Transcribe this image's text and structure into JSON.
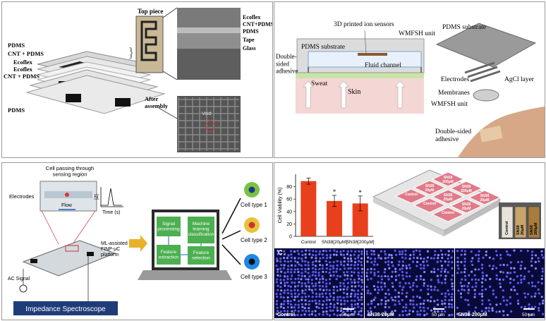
{
  "panel1": {
    "labels": {
      "pdms_top": "PDMS",
      "cnt_pdms_1": "CNT + PDMS",
      "ecoflex_1": "Ecoflex",
      "ecoflex_2": "Ecoflex",
      "cnt_pdms_2": "CNT + PDMS",
      "pdms_bottom": "PDMS",
      "top_piece": "Top piece",
      "after_assembly": "After\nassembly",
      "sem_ecoflex": "Ecoflex",
      "sem_cnt_pdms": "CNT+PDMS",
      "sem_pdms": "PDMS",
      "sem_tape": "Tape",
      "sem_glass": "Glass",
      "void": "Void"
    }
  },
  "panel2": {
    "labels": {
      "ion_sensors": "3D printed ion sensors",
      "wmfsh_unit": "WMFSH unit",
      "pdms_substrate": "PDMS substrate",
      "double_sided": "Double-\nsided\nadhesive",
      "fluid_channel": "Fluid channel",
      "sweat": "Sweat",
      "skin": "Skin",
      "pdms_substrate_r": "PDMS substrate",
      "electrodes": "Electrodes",
      "agcl_layer": "AgCl layer",
      "membranes": "Membranes",
      "wmfsh_unit_r": "WMFSH unit",
      "double_sided_r": "Double-sided\nadhesive"
    }
  },
  "panel3": {
    "labels": {
      "cell_passing": "Cell passing through\nsensing region",
      "electrodes": "Electrodes",
      "flow": "Flow",
      "z_axis": "|Z|",
      "time_axis": "Time (s)",
      "ml_platform": "ML-assisted\nFINP-µC\nplatform",
      "ac_signal": "AC Signal",
      "impedance": "Impedance Spectroscope",
      "signal_processing": "Signal\nprocessing",
      "ml_classification": "Machine\nlearning\nclassification",
      "feature_extraction": "Feature\nextraction",
      "feature_selection": "Feature\nselection",
      "cell_type_1": "Cell type 1",
      "cell_type_2": "Cell type 2",
      "cell_type_3": "Cell type 3"
    }
  },
  "panel4": {
    "chart_data": {
      "type": "bar",
      "categories": [
        "Control",
        "SN38[20μM]",
        "SN38[200μM]"
      ],
      "values": [
        89,
        57,
        53
      ],
      "errors": [
        5,
        9,
        12
      ],
      "significance": [
        "",
        "*",
        "*"
      ],
      "ylabel": "Cell Viability (%)",
      "ylim": [
        0,
        100
      ],
      "yticks": [
        0,
        20,
        40,
        60,
        80
      ],
      "bar_color": "#e8401c"
    },
    "plate_labels": [
      "SN38\n200μM",
      "SN38\n200μM",
      "SN38\n20μM",
      "SN38\n20μM",
      "SN38\n20μM",
      "SN38\n20μM",
      "Control",
      "Control",
      "Control"
    ],
    "vial_labels": [
      "Control",
      "SN38\n20μM",
      "SN38\n200μM"
    ],
    "micro_label": "C",
    "micrographs": [
      {
        "name": "Control",
        "scale": "50 μm"
      },
      {
        "name": "SN38-20μM",
        "scale": "50 μm"
      },
      {
        "name": "SN38-200μM",
        "scale": "50 μm"
      }
    ]
  }
}
